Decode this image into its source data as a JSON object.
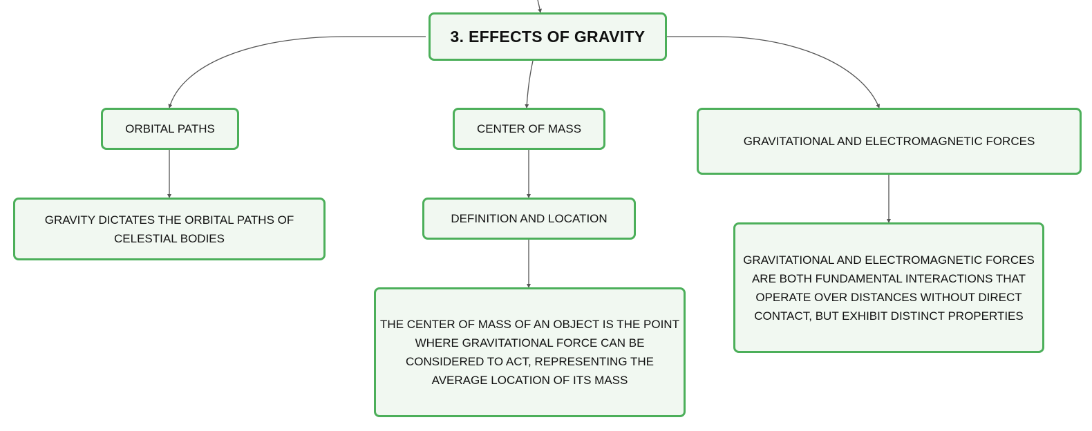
{
  "diagram": {
    "colors": {
      "node_border": "#4caf5a",
      "node_fill": "#f1f8f1",
      "edge": "#555555",
      "text": "#111111"
    },
    "nodes": {
      "root": "3. EFFECTS OF GRAVITY",
      "orbital_paths": "ORBITAL PATHS",
      "orbital_paths_detail": "GRAVITY DICTATES THE ORBITAL PATHS OF CELESTIAL BODIES",
      "center_of_mass": "CENTER OF MASS",
      "definition_location": "DEFINITION AND LOCATION",
      "center_of_mass_detail": "THE CENTER OF MASS OF AN OBJECT IS THE POINT WHERE GRAVITATIONAL FORCE CAN BE CONSIDERED TO ACT, REPRESENTING THE AVERAGE LOCATION OF ITS MASS",
      "grav_em_forces": "GRAVITATIONAL AND ELECTROMAGNETIC FORCES",
      "grav_em_detail": "GRAVITATIONAL AND ELECTROMAGNETIC FORCES ARE BOTH FUNDAMENTAL INTERACTIONS THAT OPERATE OVER DISTANCES WITHOUT DIRECT CONTACT, BUT EXHIBIT DISTINCT PROPERTIES"
    },
    "edges": [
      {
        "from": "parent",
        "to": "root"
      },
      {
        "from": "root",
        "to": "orbital_paths"
      },
      {
        "from": "root",
        "to": "center_of_mass"
      },
      {
        "from": "root",
        "to": "grav_em_forces"
      },
      {
        "from": "orbital_paths",
        "to": "orbital_paths_detail"
      },
      {
        "from": "center_of_mass",
        "to": "definition_location"
      },
      {
        "from": "definition_location",
        "to": "center_of_mass_detail"
      },
      {
        "from": "grav_em_forces",
        "to": "grav_em_detail"
      }
    ]
  }
}
